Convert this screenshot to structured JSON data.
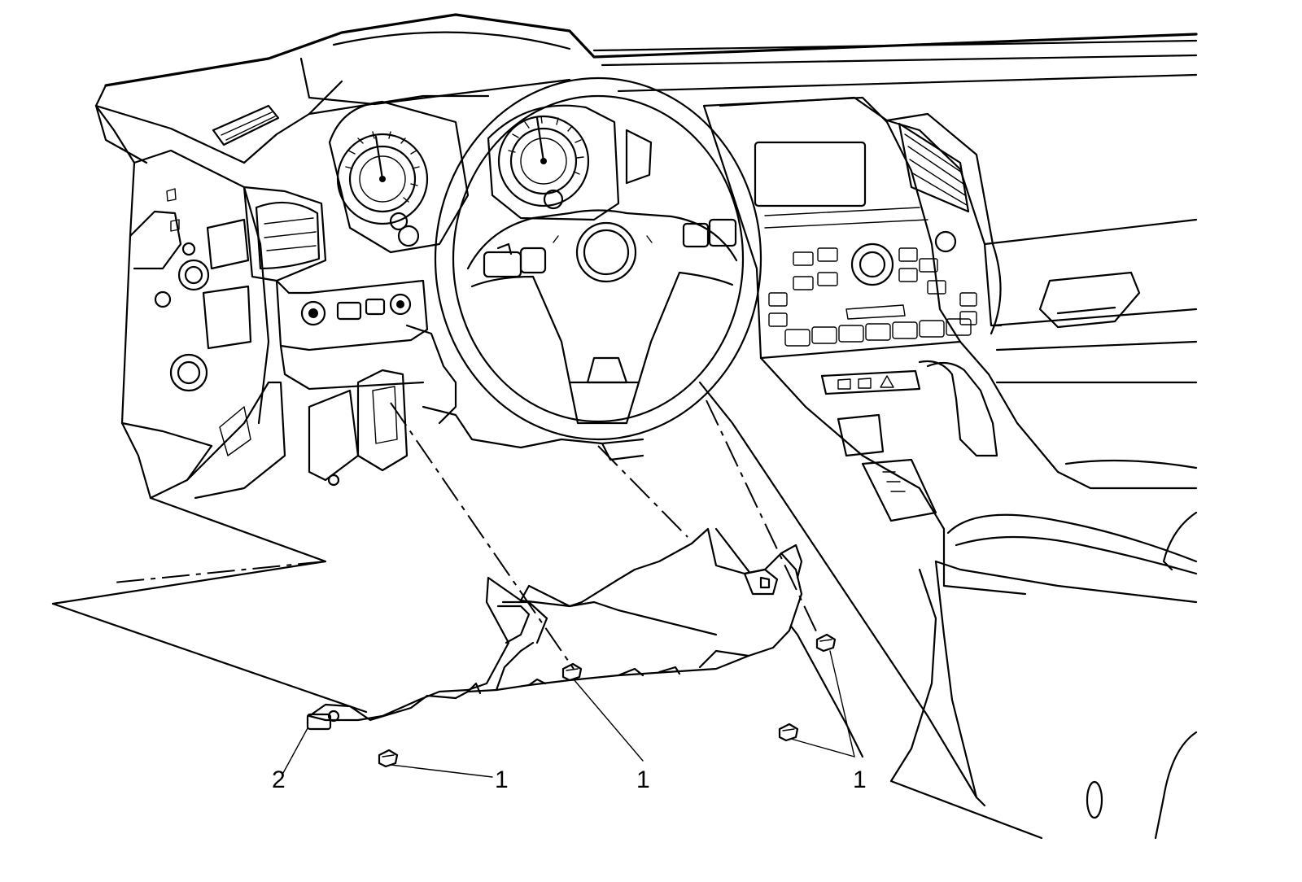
{
  "callouts": [
    {
      "id": "bolt-left",
      "text": "1"
    },
    {
      "id": "bolt-center",
      "text": "1"
    },
    {
      "id": "bolt-right",
      "text": "1"
    },
    {
      "id": "knee-bolster",
      "text": "2"
    }
  ],
  "colors": {
    "line": "#000000",
    "background": "#ffffff"
  }
}
